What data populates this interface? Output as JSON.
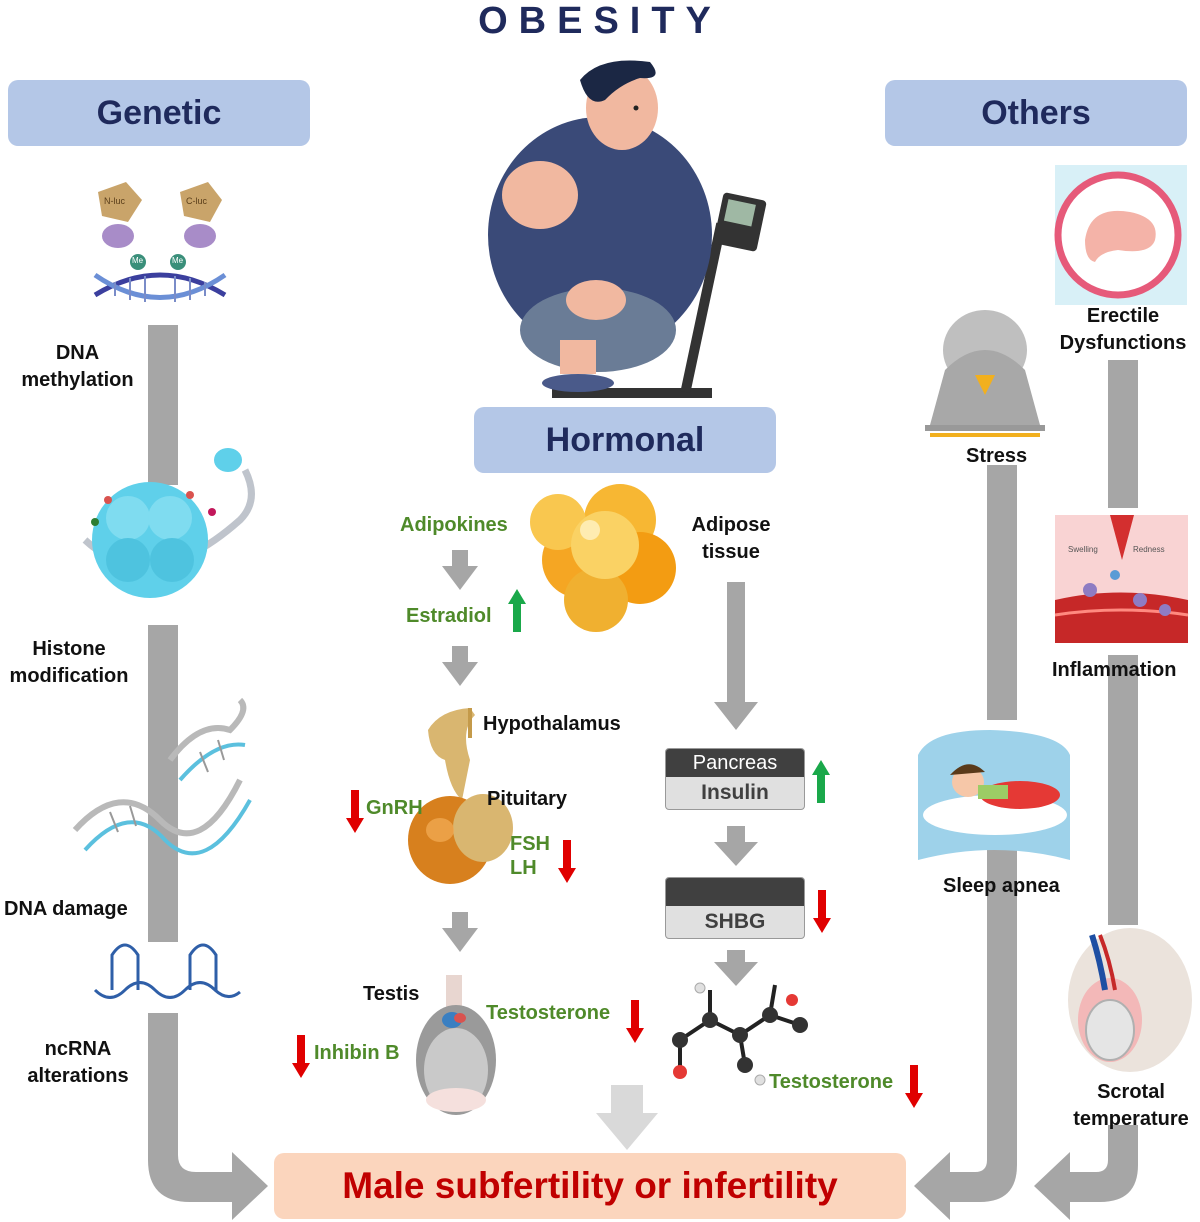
{
  "title": "OBESITY",
  "headers": {
    "genetic": "Genetic",
    "others": "Others",
    "hormonal": "Hormonal"
  },
  "genetic_items": {
    "dna_methylation": [
      "DNA",
      "methylation"
    ],
    "histone_modification": [
      "Histone",
      "modification"
    ],
    "dna_damage": "DNA damage",
    "ncrna": [
      "ncRNA",
      "alterations"
    ],
    "methylation_icon_text": {
      "n_luc": "N-luc",
      "c_luc": "C-luc",
      "me": "Me"
    }
  },
  "hormonal": {
    "adipokines": "Adipokines",
    "adipose": [
      "Adipose",
      "tissue"
    ],
    "estradiol": "Estradiol",
    "hypothalamus": "Hypothalamus",
    "pituitary": "Pituitary",
    "gnrh": "GnRH",
    "fsh": "FSH",
    "lh": "LH",
    "testis": "Testis",
    "testosterone_left": "Testosterone",
    "inhibin": "Inhibin B",
    "pancreas": "Pancreas",
    "insulin": "Insulin",
    "shbg": "SHBG",
    "testosterone_right": "Testosterone"
  },
  "others_items": {
    "erectile": [
      "Erectile",
      "Dysfunctions"
    ],
    "stress": "Stress",
    "inflammation": "Inflammation",
    "inflammation_icon_text": {
      "swelling": "Swelling",
      "redness": "Redness"
    },
    "sleep_apnea": "Sleep apnea",
    "scrotal": [
      "Scrotal",
      "temperature"
    ]
  },
  "outcome": "Male subfertility or infertility",
  "colors": {
    "header_bg": "#b4c7e7",
    "header_text": "#1f2a5c",
    "outcome_bg": "#fbd5bd",
    "outcome_text": "#c00000",
    "green_label": "#4f8a2a",
    "arrow_gray": "#a6a6a6",
    "up_arrow": "#1aa84a",
    "down_arrow": "#e00000"
  }
}
